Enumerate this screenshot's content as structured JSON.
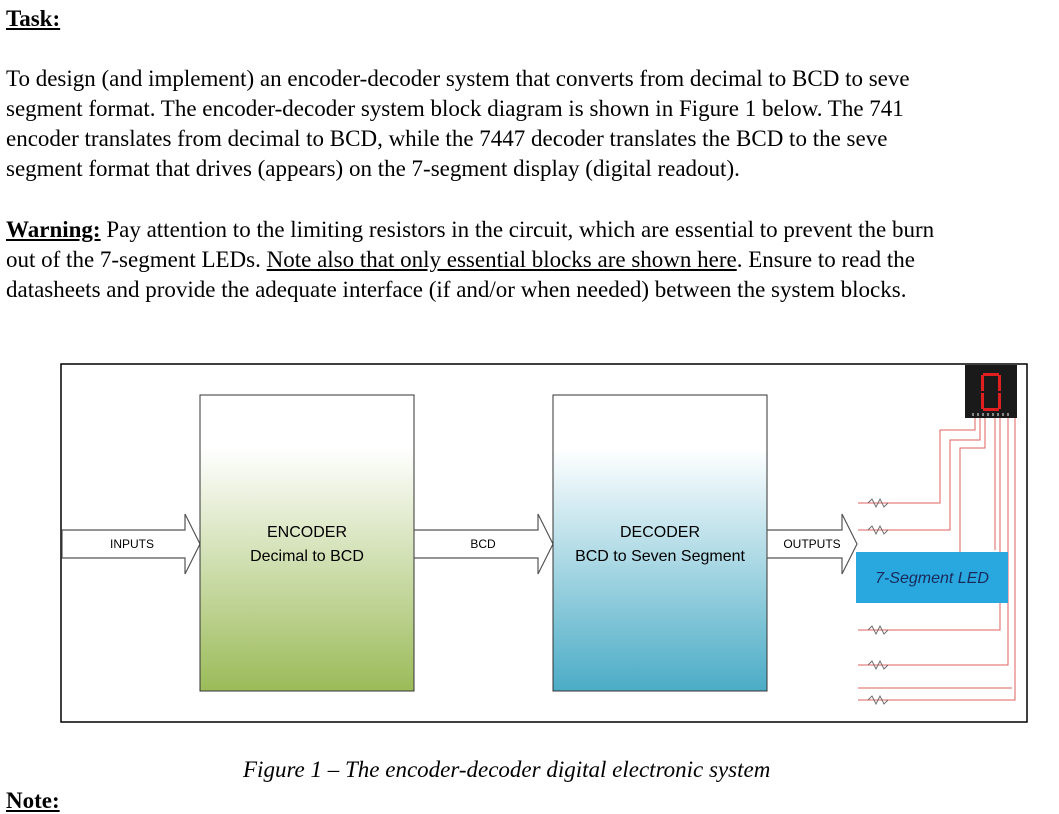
{
  "task_heading": "Task:",
  "task_paragraph": {
    "line1": "To design (and implement) an encoder-decoder system that converts from decimal to BCD to seve",
    "line2": "segment format. The encoder-decoder system block diagram is shown in Figure 1 below.  The 741",
    "line3": "encoder translates from decimal to BCD, while the 7447 decoder translates the BCD to the seve",
    "line4": "segment format that drives (appears) on the 7-segment display (digital readout)."
  },
  "warning": {
    "label": "Warning:",
    "text1": " Pay attention to the limiting resistors in the circuit, which are essential to prevent the burn",
    "text2a": "out of the 7-segment LEDs. ",
    "text2b": "Note also that only essential blocks are shown here",
    "text2c": ". Ensure to read the",
    "text3": "datasheets and provide the adequate interface (if and/or when needed) between the system blocks."
  },
  "diagram": {
    "inputs_label": "INPUTS",
    "encoder_title": "ENCODER",
    "encoder_subtitle": "Decimal to BCD",
    "bcd_label": "BCD",
    "decoder_title": "DECODER",
    "decoder_subtitle": "BCD to Seven Segment",
    "outputs_label": "OUTPUTS",
    "led_label": "7-Segment LED",
    "display_digit": "0",
    "colors": {
      "encoder_gradient_end": "#9bbb59",
      "decoder_gradient_end": "#4bacc6",
      "led_box": "#29a8e0",
      "wire": "#e06060",
      "display_segment": "#e02020"
    }
  },
  "caption": "Figure 1 – The encoder-decoder digital electronic system",
  "note_heading": "Note:"
}
